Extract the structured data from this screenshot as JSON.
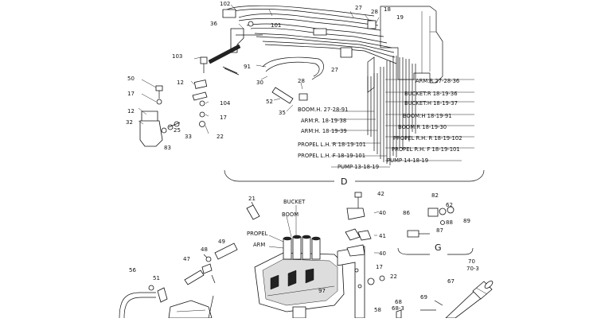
{
  "part_numbers": {
    "p102": "102",
    "p27a": "27",
    "p28a": "28",
    "p18a": "18",
    "p19": "19",
    "p36": "36",
    "p101": "101",
    "p103": "103",
    "p91": "91",
    "p27b": "27",
    "p50": "50",
    "p12a": "12",
    "p30": "30",
    "p28b": "28",
    "p17a": "17",
    "p104": "104",
    "p52": "52",
    "p35": "35",
    "p12b": "12",
    "p17b": "17",
    "p32": "32",
    "p25": "25",
    "p33": "33",
    "p22a": "22",
    "p83": "83",
    "p21": "21",
    "p42": "42",
    "p40a": "40",
    "p86": "86",
    "p82": "82",
    "p62": "62",
    "p89": "89",
    "p87": "87",
    "p88": "88",
    "p41": "41",
    "p40b": "40",
    "p49": "49",
    "p48": "48",
    "p47": "47",
    "p56": "56",
    "p51": "51",
    "p17c": "17",
    "p22b": "22",
    "p97": "97",
    "p58": "58",
    "p70": "70",
    "p70_3": "70-3",
    "p67": "67",
    "p68": "68",
    "p68_3": "68-3",
    "p69": "69"
  },
  "hose_labels": {
    "arm_r": "ARM:R 27-28-36",
    "bucket_r": "BUCKET:R 18-19-36",
    "bucket_h": "BUCKET:H 18-19-37",
    "boom_h_right": "BOOM:H 18-19-91",
    "boom_r_right": "BOOM:R 18-19-30",
    "propel_rh_r": "PROPEL R.H. R 18-19-102",
    "propel_rh_f": "PROPEL R.H. F 18-19-101",
    "pump_right": "PUMP 14-18-19",
    "boom_h_left": "BOOM.H. 27-28-91",
    "arm_r_left": "ARM:R. 18-19-38",
    "arm_h_left": "ARM:H. 18-19-39",
    "propel_lh_r": "PROPEL L.H. R 18-19-101",
    "propel_lh_f": "PROPEL L.H. F 18-19-101",
    "pump_left": "PUMP 13-18-19"
  },
  "group_labels": {
    "d": "D",
    "g": "G"
  },
  "valve_labels": {
    "bucket": "BUCKET",
    "boom": "BOOM",
    "propel": "PROPEL",
    "arm": "ARM"
  }
}
